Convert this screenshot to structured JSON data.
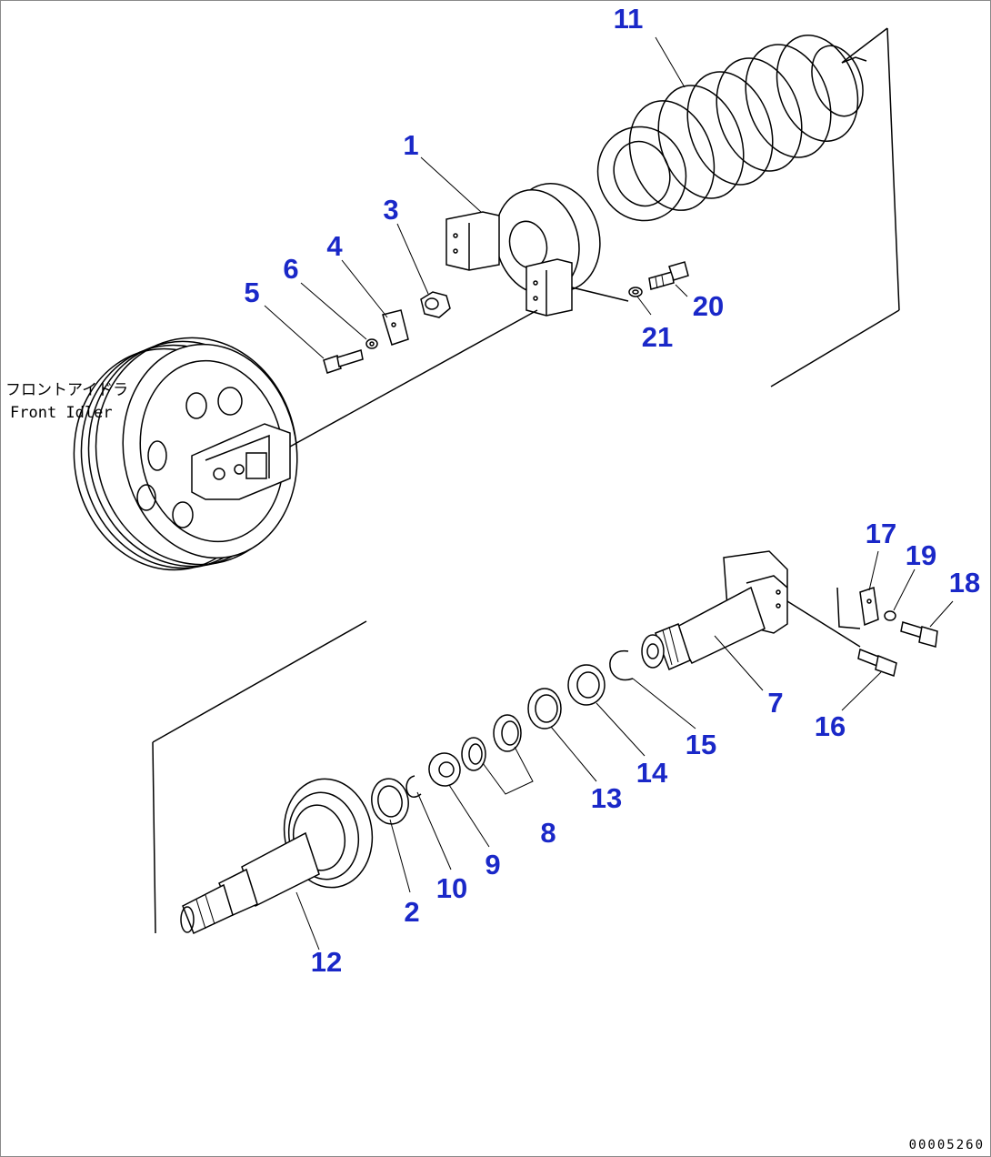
{
  "labels": {
    "front_idler_ja": "フロントアイドラ",
    "front_idler_en": "Front Idler"
  },
  "drawing_number": "00005260",
  "callouts": [
    {
      "id": "c1",
      "text": "1"
    },
    {
      "id": "c2",
      "text": "2"
    },
    {
      "id": "c3",
      "text": "3"
    },
    {
      "id": "c4",
      "text": "4"
    },
    {
      "id": "c5",
      "text": "5"
    },
    {
      "id": "c6",
      "text": "6"
    },
    {
      "id": "c7",
      "text": "7"
    },
    {
      "id": "c8",
      "text": "8"
    },
    {
      "id": "c9",
      "text": "9"
    },
    {
      "id": "c10",
      "text": "10"
    },
    {
      "id": "c11",
      "text": "11"
    },
    {
      "id": "c12",
      "text": "12"
    },
    {
      "id": "c13",
      "text": "13"
    },
    {
      "id": "c14",
      "text": "14"
    },
    {
      "id": "c15",
      "text": "15"
    },
    {
      "id": "c16",
      "text": "16"
    },
    {
      "id": "c17",
      "text": "17"
    },
    {
      "id": "c18",
      "text": "18"
    },
    {
      "id": "c19",
      "text": "19"
    },
    {
      "id": "c20",
      "text": "20"
    },
    {
      "id": "c21",
      "text": "21"
    }
  ],
  "colors": {
    "callout": "#1a28c8",
    "line": "#000000",
    "border": "#8a8a8a"
  }
}
